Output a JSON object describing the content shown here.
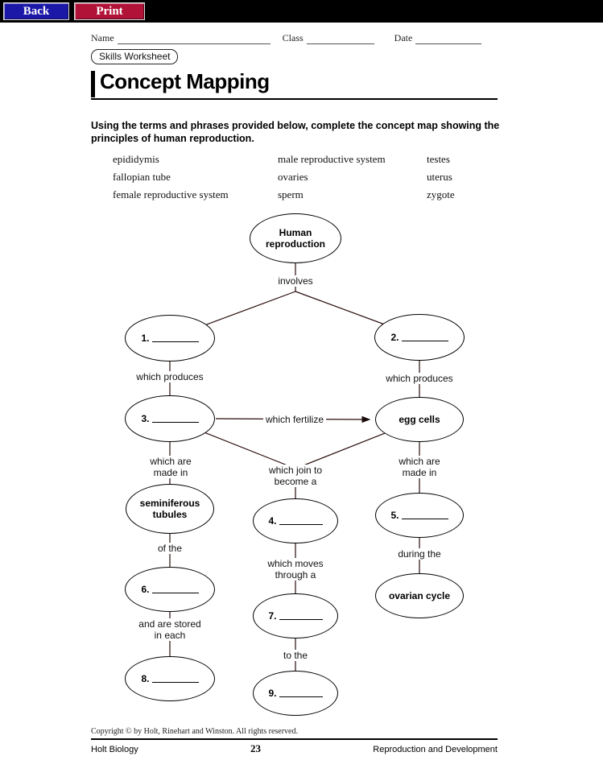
{
  "toolbar": {
    "back_label": "Back",
    "print_label": "Print"
  },
  "header": {
    "name_label": "Name",
    "class_label": "Class",
    "date_label": "Date",
    "badge": "Skills Worksheet",
    "title": "Concept Mapping"
  },
  "instructions": "Using the terms and phrases provided below, complete the concept map showing the principles of human reproduction.",
  "word_bank": {
    "columns": [
      [
        "epididymis",
        "fallopian tube",
        "female reproductive system"
      ],
      [
        "male reproductive system",
        "ovaries",
        "sperm"
      ],
      [
        "testes",
        "uterus",
        "zygote"
      ]
    ]
  },
  "concept_map": {
    "nodes": {
      "root": "Human reproduction",
      "egg_cells": "egg cells",
      "seminiferous_tubules": "seminiferous tubules",
      "ovarian_cycle": "ovarian cycle"
    },
    "blank_numbers": [
      "1.",
      "2.",
      "3.",
      "4.",
      "5.",
      "6.",
      "7.",
      "8.",
      "9."
    ],
    "edge_labels": {
      "involves": "involves",
      "produces_left": "which produces",
      "produces_right": "which produces",
      "fertilize": "which fertilize",
      "made_in_left": "which are made in",
      "join": "which join to become a",
      "made_in_right": "which are made in",
      "of_the": "of the",
      "moves_through": "which moves through a",
      "during_the": "during the",
      "stored": "and are stored in each",
      "to_the": "to the"
    }
  },
  "footer": {
    "copyright": "Copyright © by Holt, Rinehart and Winston. All rights reserved.",
    "book": "Holt Biology",
    "page": "23",
    "chapter": "Reproduction and Development"
  }
}
